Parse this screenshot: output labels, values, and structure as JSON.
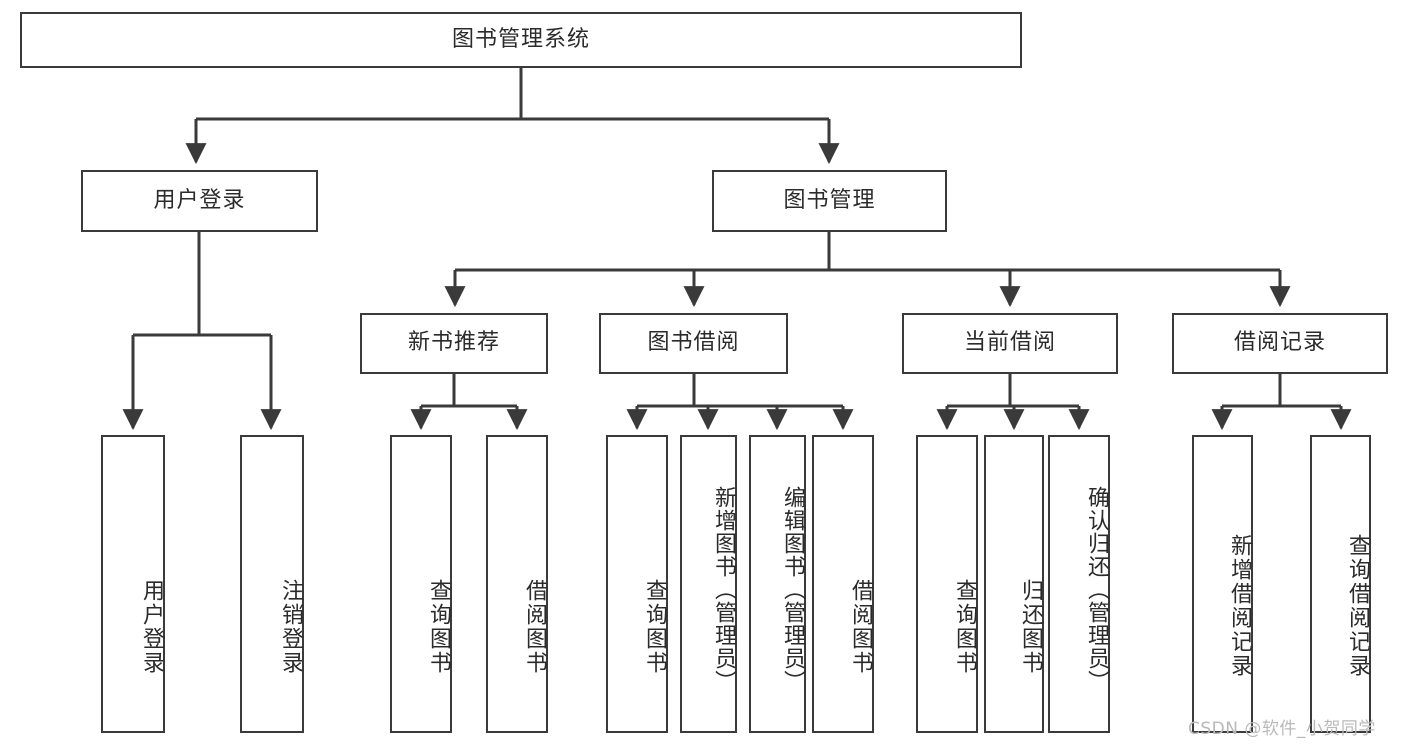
{
  "diagram": {
    "title": "图书管理系统",
    "type": "tree",
    "watermark": "CSDN @软件_小贺同学",
    "root": {
      "id": "root",
      "label": "图书管理系统"
    },
    "level2": [
      {
        "id": "user-login",
        "label": "用户登录"
      },
      {
        "id": "book-manage",
        "label": "图书管理"
      }
    ],
    "level3": [
      {
        "id": "new-book-rec",
        "label": "新书推荐",
        "parent": "book-manage"
      },
      {
        "id": "book-borrow",
        "label": "图书借阅",
        "parent": "book-manage"
      },
      {
        "id": "current-borrow",
        "label": "当前借阅",
        "parent": "book-manage"
      },
      {
        "id": "borrow-record",
        "label": "借阅记录",
        "parent": "book-manage"
      }
    ],
    "leaves": [
      {
        "id": "leaf-user-login",
        "label": "用户登录",
        "parent": "user-login"
      },
      {
        "id": "leaf-user-logout",
        "label": "注销登录",
        "parent": "user-login"
      },
      {
        "id": "leaf-query-book-1",
        "label": "查询图书",
        "parent": "new-book-rec"
      },
      {
        "id": "leaf-borrow-book-1",
        "label": "借阅图书",
        "parent": "new-book-rec"
      },
      {
        "id": "leaf-query-book-2",
        "label": "查询图书",
        "parent": "book-borrow"
      },
      {
        "id": "leaf-add-book",
        "label": "新增图书（管理员）",
        "parent": "book-borrow"
      },
      {
        "id": "leaf-edit-book",
        "label": "编辑图书（管理员）",
        "parent": "book-borrow"
      },
      {
        "id": "leaf-borrow-book-2",
        "label": "借阅图书",
        "parent": "book-borrow"
      },
      {
        "id": "leaf-query-book-3",
        "label": "查询图书",
        "parent": "current-borrow"
      },
      {
        "id": "leaf-return-book",
        "label": "归还图书",
        "parent": "current-borrow"
      },
      {
        "id": "leaf-confirm-return",
        "label": "确认归还（管理员）",
        "parent": "current-borrow"
      },
      {
        "id": "leaf-add-record",
        "label": "新增借阅记录",
        "parent": "borrow-record"
      },
      {
        "id": "leaf-query-record",
        "label": "查询借阅记录",
        "parent": "borrow-record"
      }
    ],
    "colors": {
      "stroke": "#3a3a3a",
      "text": "#2b2b2b",
      "background": "#ffffff",
      "watermark": "#b9b9b9"
    }
  }
}
